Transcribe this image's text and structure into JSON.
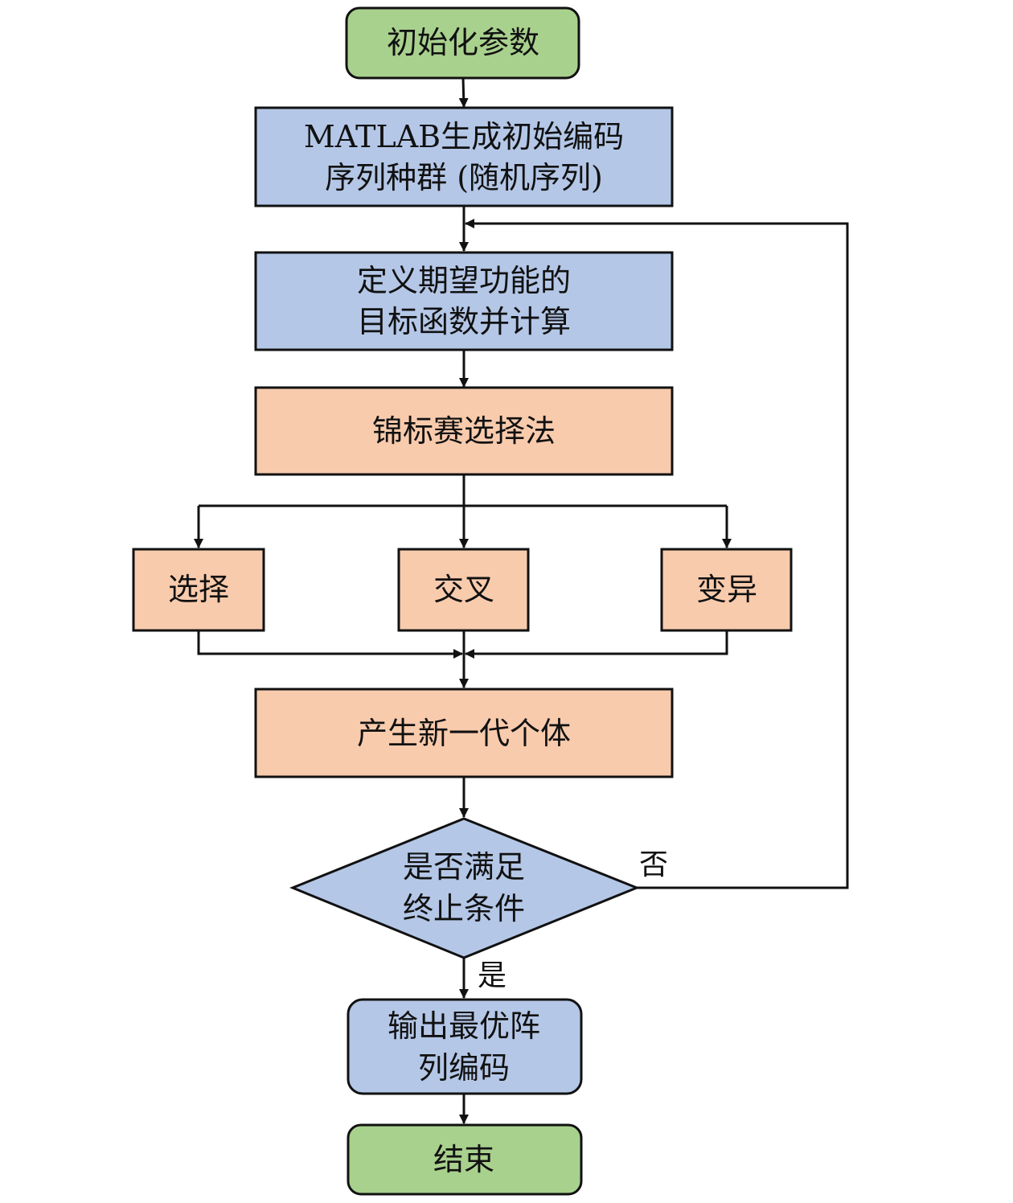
{
  "colors": {
    "start_end": "#a9d18e",
    "process_blue": "#b4c7e7",
    "process_orange": "#f8cbad",
    "decision": "#b4c7e7",
    "stroke": "#111111"
  },
  "nodes": {
    "start": {
      "lines": [
        "初始化参数"
      ]
    },
    "init_population": {
      "lines": [
        "MATLAB生成初始编码",
        "序列种群 (随机序列)"
      ]
    },
    "objective": {
      "lines": [
        "定义期望功能的",
        "目标函数并计算"
      ]
    },
    "tournament": {
      "lines": [
        "锦标赛选择法"
      ]
    },
    "selection": {
      "lines": [
        "选择"
      ]
    },
    "crossover": {
      "lines": [
        "交叉"
      ]
    },
    "mutation": {
      "lines": [
        "变异"
      ]
    },
    "new_generation": {
      "lines": [
        "产生新一代个体"
      ]
    },
    "decision": {
      "lines": [
        "是否满足",
        "终止条件"
      ]
    },
    "output": {
      "lines": [
        "输出最优阵",
        "列编码"
      ]
    },
    "end": {
      "lines": [
        "结束"
      ]
    }
  },
  "edge_labels": {
    "no": "否",
    "yes": "是"
  }
}
